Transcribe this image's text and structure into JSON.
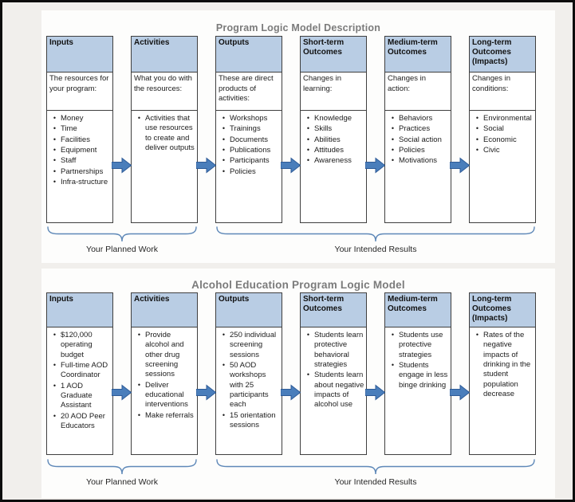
{
  "colors": {
    "page_background": "#f1efec",
    "panel_background": "#fdfdfc",
    "frame_border": "#0d0d0d",
    "header_fill": "#b9cde4",
    "box_border": "#3f3f3f",
    "arrow_fill": "#4a7ebb",
    "arrow_stroke": "#2e5b97",
    "brace_color": "#5e88b8",
    "title_color": "#7b7b7b"
  },
  "model1": {
    "title": "Program Logic Model Description",
    "columns": [
      {
        "header": "Inputs",
        "description": "The resources for your program:",
        "bullets": [
          "Money",
          "Time",
          "Facilities",
          "Equipment",
          "Staff",
          "Partnerships",
          "Infra-structure"
        ]
      },
      {
        "header": "Activities",
        "description": "What you do with the resources:",
        "bullets": [
          "Activities that use resources to create and deliver outputs"
        ]
      },
      {
        "header": "Outputs",
        "description": "These are direct products of activities:",
        "bullets": [
          "Workshops",
          "Trainings",
          "Documents",
          "Publications",
          "Participants",
          "Policies"
        ]
      },
      {
        "header": "Short-term Outcomes",
        "description": "Changes in learning:",
        "bullets": [
          "Knowledge",
          "Skills",
          "Abilities",
          "Attitudes",
          "Awareness"
        ]
      },
      {
        "header": "Medium-term Outcomes",
        "description": "Changes in action:",
        "bullets": [
          "Behaviors",
          "Practices",
          "Social action",
          "Policies",
          "Motivations"
        ]
      },
      {
        "header": "Long-term Outcomes (Impacts)",
        "description": "Changes in conditions:",
        "bullets": [
          "Environmental",
          "Social",
          "Economic",
          "Civic"
        ]
      }
    ],
    "planned_label": "Your Planned Work",
    "intended_label": "Your Intended Results"
  },
  "model2": {
    "title": "Alcohol Education Program Logic Model",
    "columns": [
      {
        "header": "Inputs",
        "bullets": [
          "$120,000 operating budget",
          "Full-time AOD Coordinator",
          "1 AOD Graduate Assistant",
          "20 AOD Peer Educators"
        ]
      },
      {
        "header": "Activities",
        "bullets": [
          "Provide alcohol and other drug screening sessions",
          "Deliver educational interventions",
          "Make referrals"
        ]
      },
      {
        "header": "Outputs",
        "bullets": [
          "250 individual screening sessions",
          "50 AOD workshops with 25 participants each",
          "15 orientation sessions"
        ]
      },
      {
        "header": "Short-term Outcomes",
        "bullets": [
          "Students learn protective behavioral strategies",
          "Students learn about negative impacts of alcohol use"
        ]
      },
      {
        "header": "Medium-term Outcomes",
        "bullets": [
          "Students use protective strategies",
          "Students engage in less binge drinking"
        ]
      },
      {
        "header": "Long-term Outcomes (Impacts)",
        "bullets": [
          "Rates of the negative impacts of drinking in the student population decrease"
        ]
      }
    ],
    "planned_label": "Your Planned Work",
    "intended_label": "Your Intended Results"
  }
}
